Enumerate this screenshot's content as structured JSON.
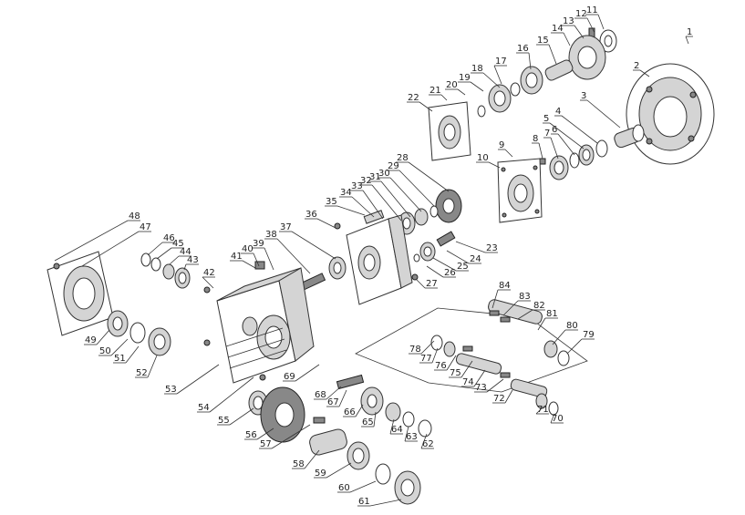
{
  "callouts": [
    {
      "n": "1",
      "label": "1"
    },
    {
      "n": "2",
      "label": "2"
    },
    {
      "n": "3",
      "label": "3"
    },
    {
      "n": "4",
      "label": "4"
    },
    {
      "n": "5",
      "label": "5"
    },
    {
      "n": "6",
      "label": "6"
    },
    {
      "n": "7",
      "label": "7"
    },
    {
      "n": "8",
      "label": "8"
    },
    {
      "n": "9",
      "label": "9"
    },
    {
      "n": "10",
      "label": "10"
    },
    {
      "n": "11",
      "label": "11"
    },
    {
      "n": "12",
      "label": "12"
    },
    {
      "n": "13",
      "label": "13"
    },
    {
      "n": "14",
      "label": "14"
    },
    {
      "n": "15",
      "label": "15"
    },
    {
      "n": "16",
      "label": "16"
    },
    {
      "n": "17",
      "label": "17"
    },
    {
      "n": "18",
      "label": "18"
    },
    {
      "n": "19",
      "label": "19"
    },
    {
      "n": "20",
      "label": "20"
    },
    {
      "n": "21",
      "label": "21"
    },
    {
      "n": "22",
      "label": "22"
    },
    {
      "n": "23",
      "label": "23"
    },
    {
      "n": "24",
      "label": "24"
    },
    {
      "n": "25",
      "label": "25"
    },
    {
      "n": "26",
      "label": "26"
    },
    {
      "n": "27",
      "label": "27"
    },
    {
      "n": "28",
      "label": "28"
    },
    {
      "n": "29",
      "label": "29"
    },
    {
      "n": "30",
      "label": "30"
    },
    {
      "n": "31",
      "label": "31"
    },
    {
      "n": "32",
      "label": "32"
    },
    {
      "n": "33",
      "label": "33"
    },
    {
      "n": "34",
      "label": "34"
    },
    {
      "n": "35",
      "label": "35"
    },
    {
      "n": "36",
      "label": "36"
    },
    {
      "n": "37",
      "label": "37"
    },
    {
      "n": "38",
      "label": "38"
    },
    {
      "n": "39",
      "label": "39"
    },
    {
      "n": "40",
      "label": "40"
    },
    {
      "n": "41",
      "label": "41"
    },
    {
      "n": "42",
      "label": "42"
    },
    {
      "n": "43",
      "label": "43"
    },
    {
      "n": "44",
      "label": "44"
    },
    {
      "n": "45",
      "label": "45"
    },
    {
      "n": "46",
      "label": "46"
    },
    {
      "n": "47",
      "label": "47"
    },
    {
      "n": "48",
      "label": "48"
    },
    {
      "n": "49",
      "label": "49"
    },
    {
      "n": "50",
      "label": "50"
    },
    {
      "n": "51",
      "label": "51"
    },
    {
      "n": "52",
      "label": "52"
    },
    {
      "n": "53",
      "label": "53"
    },
    {
      "n": "54",
      "label": "54"
    },
    {
      "n": "55",
      "label": "55"
    },
    {
      "n": "56",
      "label": "56"
    },
    {
      "n": "57",
      "label": "57"
    },
    {
      "n": "58",
      "label": "58"
    },
    {
      "n": "59",
      "label": "59"
    },
    {
      "n": "60",
      "label": "60"
    },
    {
      "n": "61",
      "label": "61"
    },
    {
      "n": "62",
      "label": "62"
    },
    {
      "n": "63",
      "label": "63"
    },
    {
      "n": "64",
      "label": "64"
    },
    {
      "n": "65",
      "label": "65"
    },
    {
      "n": "66",
      "label": "66"
    },
    {
      "n": "67",
      "label": "67"
    },
    {
      "n": "68",
      "label": "68"
    },
    {
      "n": "69",
      "label": "69"
    },
    {
      "n": "70",
      "label": "70"
    },
    {
      "n": "71",
      "label": "71"
    },
    {
      "n": "72",
      "label": "72"
    },
    {
      "n": "73",
      "label": "73"
    },
    {
      "n": "74",
      "label": "74"
    },
    {
      "n": "75",
      "label": "75"
    },
    {
      "n": "76",
      "label": "76"
    },
    {
      "n": "77",
      "label": "77"
    },
    {
      "n": "78",
      "label": "78"
    },
    {
      "n": "79",
      "label": "79"
    },
    {
      "n": "80",
      "label": "80"
    },
    {
      "n": "81",
      "label": "81"
    },
    {
      "n": "82",
      "label": "82"
    },
    {
      "n": "83",
      "label": "83"
    },
    {
      "n": "84",
      "label": "84"
    }
  ],
  "colors": {
    "line": "#333333",
    "shade": "#d4d4d4",
    "dark": "#888888",
    "background": "#ffffff"
  }
}
